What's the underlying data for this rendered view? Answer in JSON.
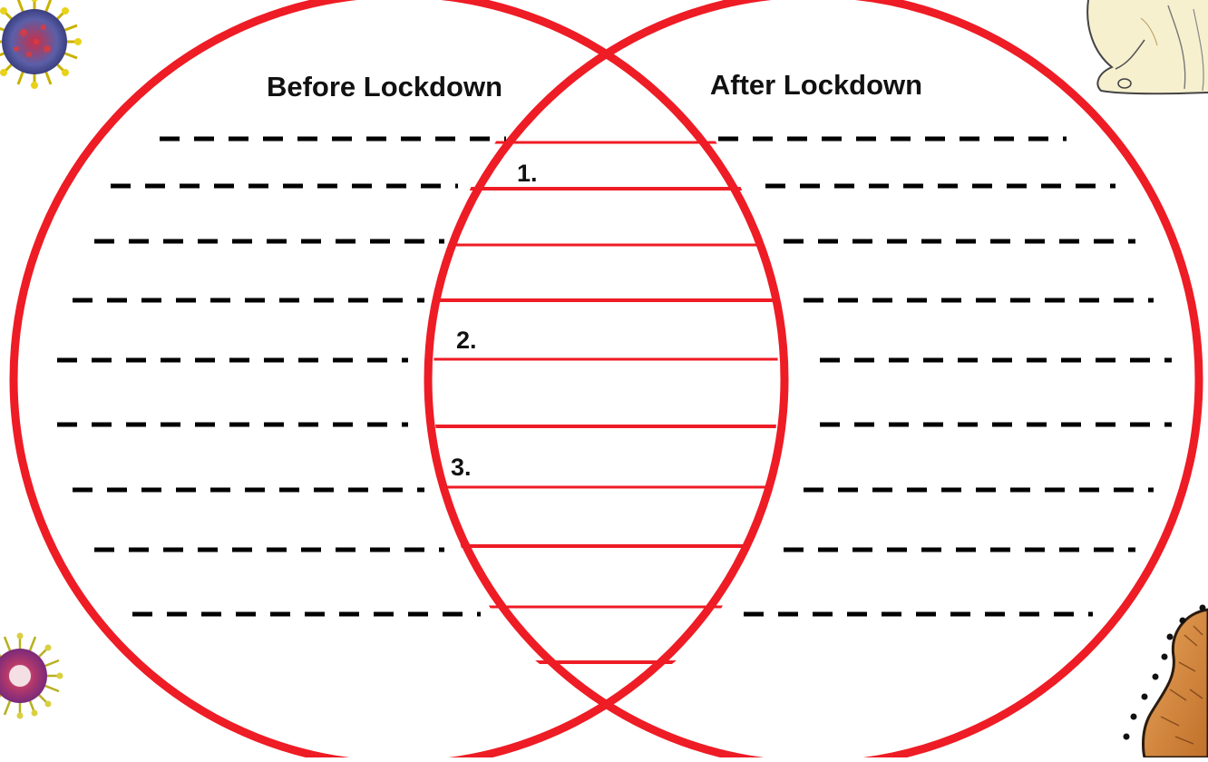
{
  "diagram": {
    "type": "venn",
    "accent_color": "#ee1c25",
    "left_title": "Before Lockdown",
    "right_title": "After Lockdown",
    "overlap_labels": [
      "1.",
      "2.",
      "3."
    ],
    "left_blank_lines": 9,
    "right_blank_lines": 9,
    "overlap_ruled_lines": 10
  },
  "decorations": {
    "top_left": "virus-icon",
    "bottom_left": "virus-icon",
    "top_right": "sketch-illustration",
    "bottom_right": "peanut-illustration"
  }
}
